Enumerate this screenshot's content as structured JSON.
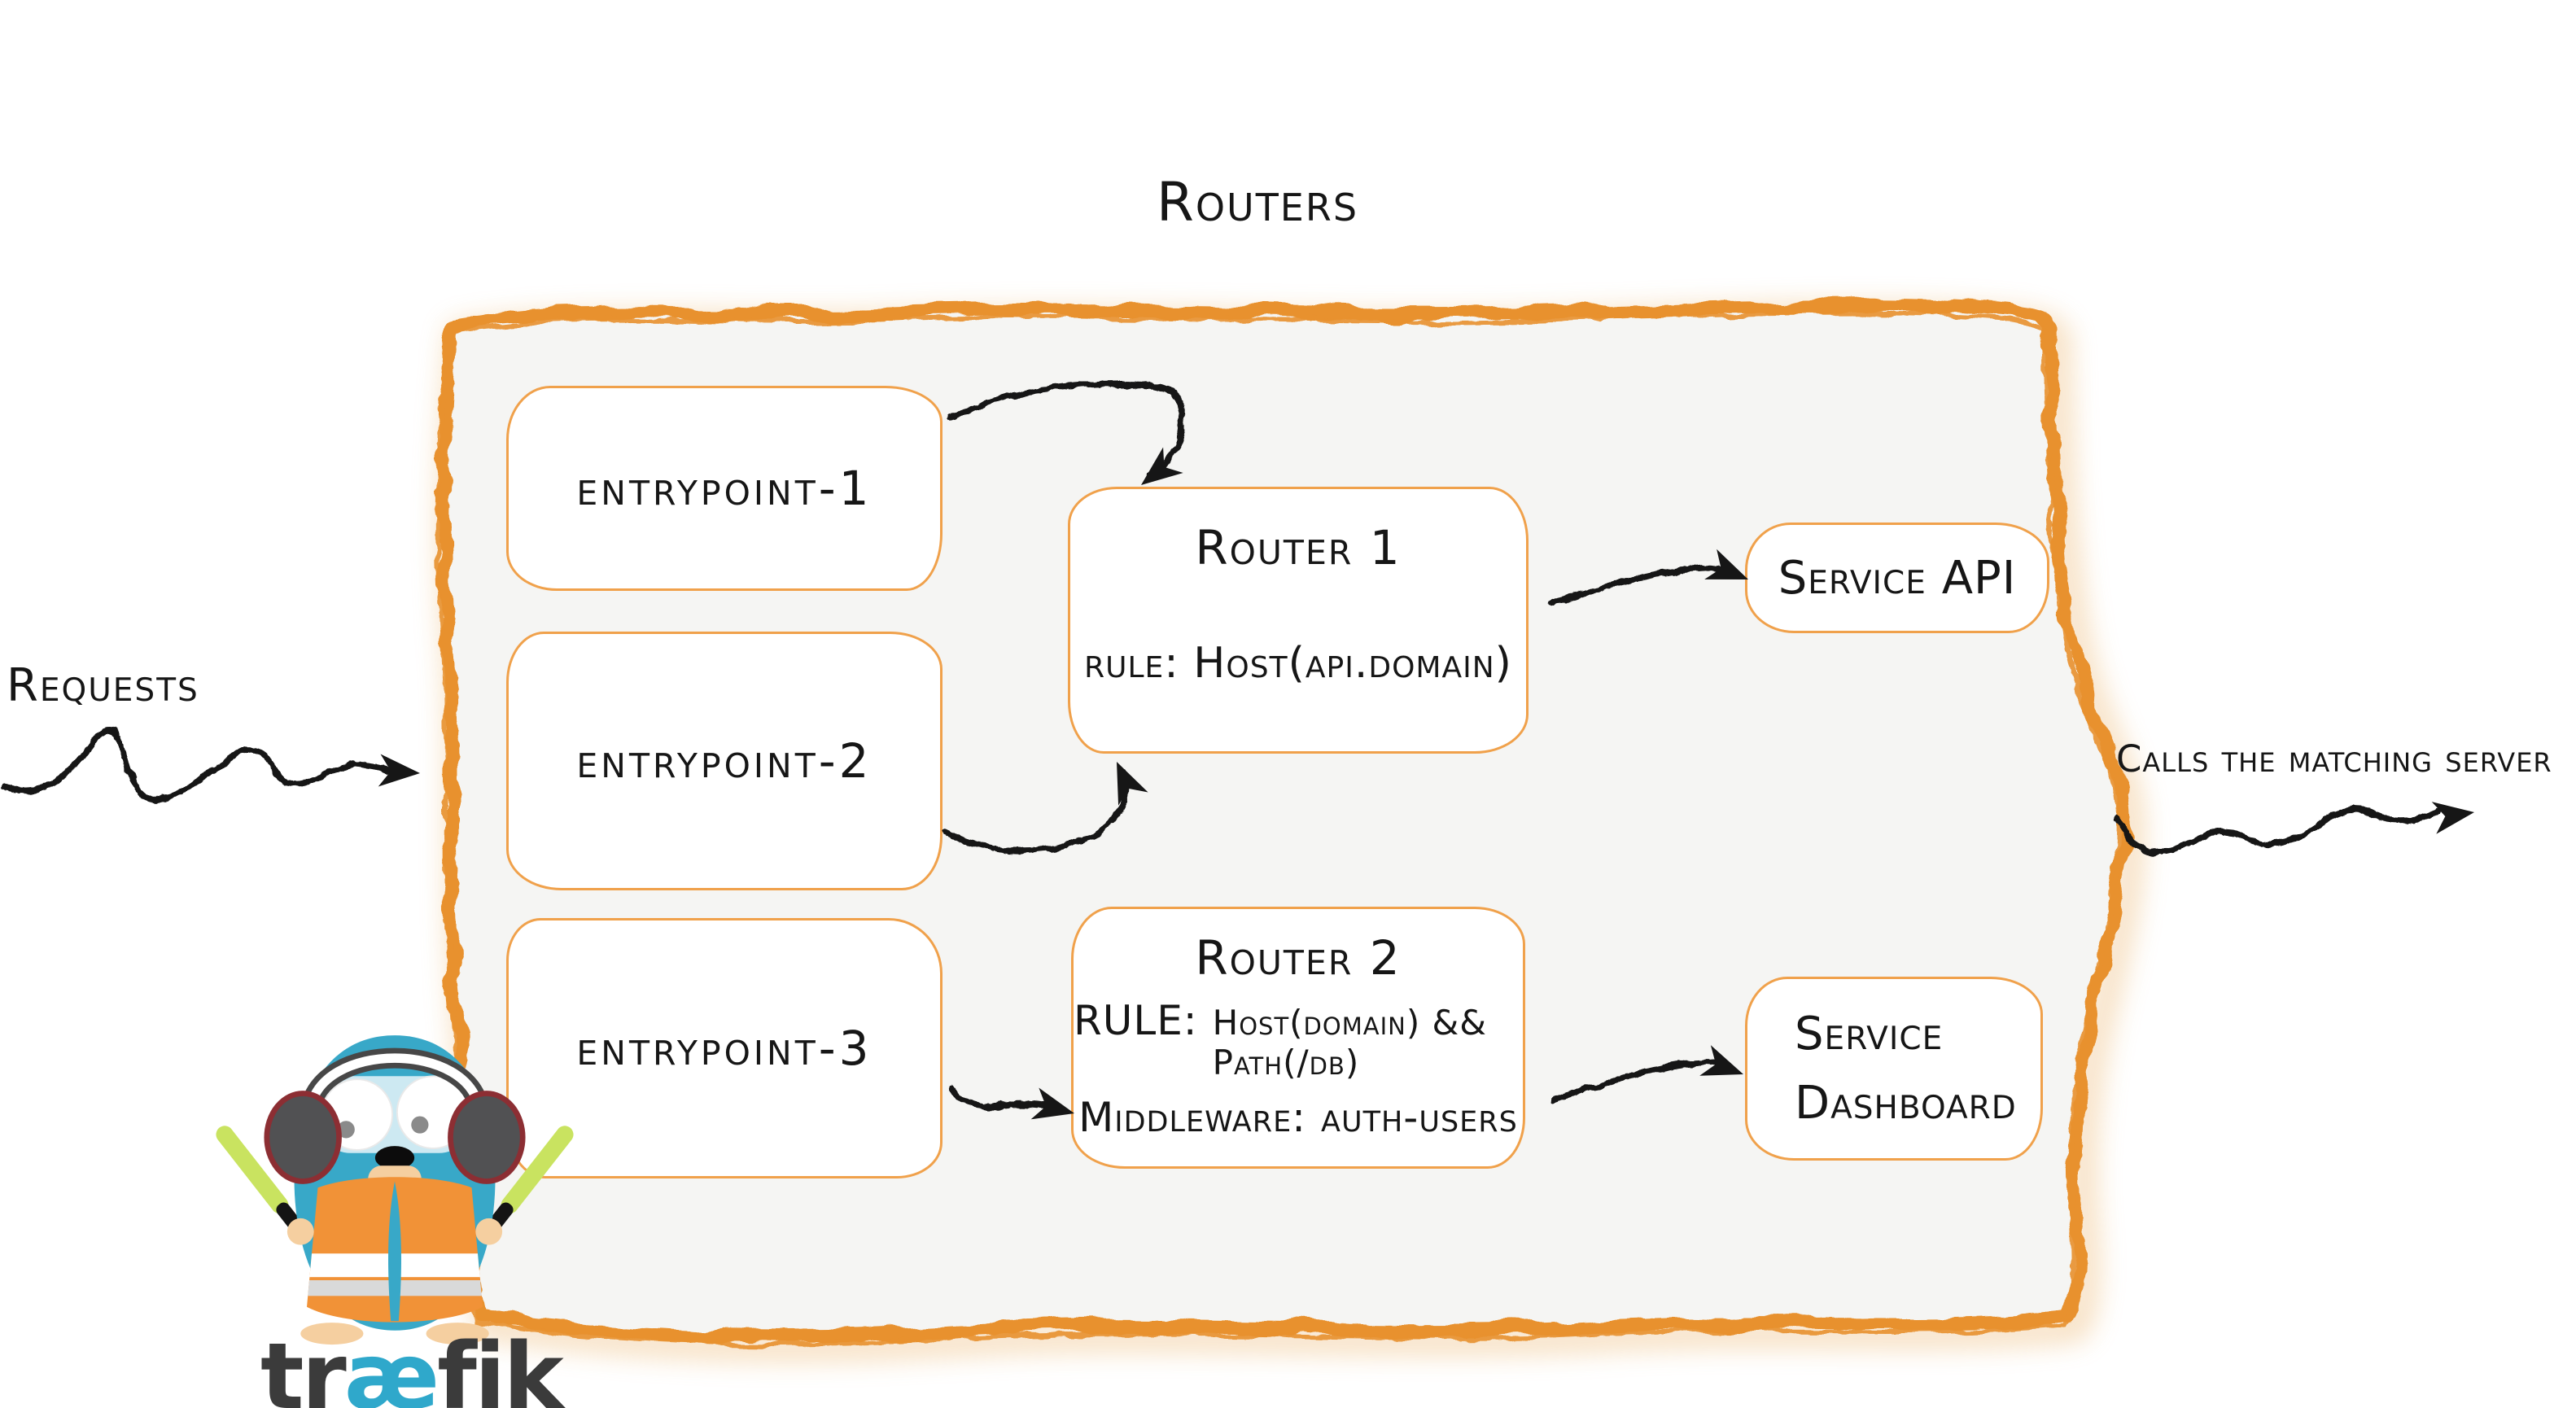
{
  "diagram": {
    "title": "Routers",
    "left_label": "Requests",
    "right_label": "Calls the matching server",
    "entrypoints": [
      {
        "label": "entrypoint-1"
      },
      {
        "label": "entrypoint-2"
      },
      {
        "label": "entrypoint-3"
      }
    ],
    "routers": [
      {
        "title": "Router 1",
        "rule": "rule: Host(api.domain)"
      },
      {
        "title": "Router 2",
        "rule_prefix": "RULE:",
        "rule_value": "Host(domain) && Path(/db)",
        "middleware_prefix": "Middleware:",
        "middleware_value": "auth-users"
      }
    ],
    "services": [
      {
        "label": "Service API"
      },
      {
        "line1": "Service",
        "line2": "Dashboard"
      }
    ],
    "brand": {
      "pre": "tr",
      "ae": "æ",
      "post": "fik"
    },
    "colors": {
      "orange": "#e8912f",
      "box_border": "#f0a14b",
      "panel": "#f5f5f3",
      "ink": "#161616",
      "gopher_blue": "#38a8c8",
      "goggles": "#cde9f2",
      "vest": "#f19237",
      "stripe_gray": "#d9d9d9",
      "glowstick": "#c9e360",
      "hand_tan": "#f5cfa0",
      "headset_gray": "#515153",
      "headset_red": "#8c2e33",
      "brand_gray": "#3b3b3b",
      "brand_blue": "#2fa8cb"
    }
  }
}
